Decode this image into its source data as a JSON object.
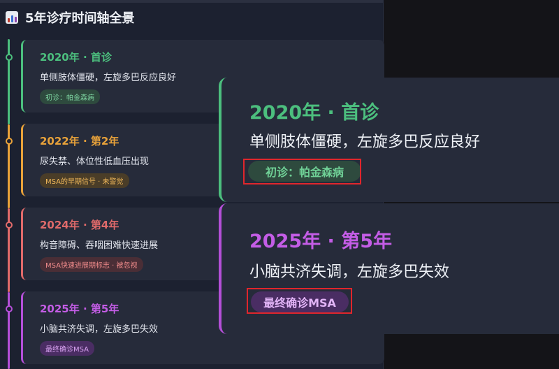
{
  "title": "5年诊疗时间轴全景",
  "icon": "bar-chart-icon",
  "colors": {
    "green": "#4cbf7e",
    "orange": "#e8a23a",
    "red": "#e06a6a",
    "purple": "#b44fd8",
    "panel": "#1c2130",
    "card": "#262b3a"
  },
  "timeline": [
    {
      "year": "2020年 · 首诊",
      "desc": "单侧肢体僵硬，左旋多巴反应良好",
      "tag": "初诊：帕金森病"
    },
    {
      "year": "2022年 · 第2年",
      "desc": "尿失禁、体位性低血压出现",
      "tag": "MSA的早期信号 · 未警觉"
    },
    {
      "year": "2024年 · 第4年",
      "desc": "构音障碍、吞咽困难快速进展",
      "tag": "MSA快速进展期标志 · 被忽视"
    },
    {
      "year": "2025年 · 第5年",
      "desc": "小脑共济失调，左旋多巴失效",
      "tag": "最终确诊MSA"
    }
  ],
  "zoom": [
    {
      "year": "2020年 · 首诊",
      "desc": "单侧肢体僵硬，左旋多巴反应良好",
      "tag": "初诊：帕金森病"
    },
    {
      "year": "2025年 · 第5年",
      "desc": "小脑共济失调，左旋多巴失效",
      "tag": "最终确诊MSA"
    }
  ]
}
